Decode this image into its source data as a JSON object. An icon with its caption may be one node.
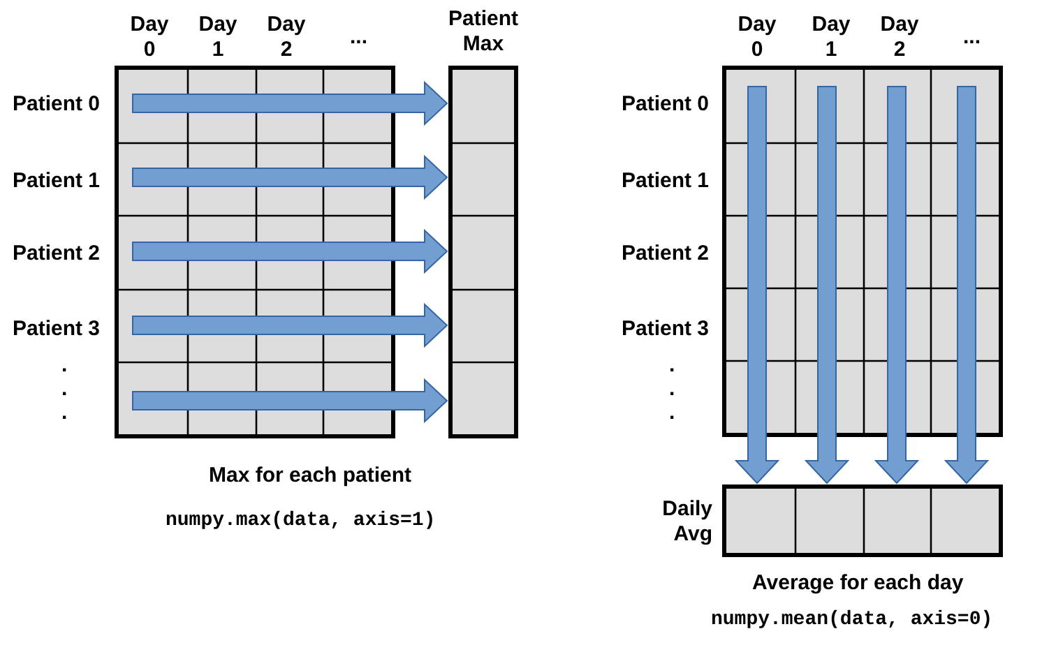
{
  "diagram": {
    "nodes": [
      {
        "text": [],
        "shape": "box"
      },
      {
        "text": [
          "Patient Max"
        ]
      },
      {
        "text": [],
        "shape": "box"
      },
      {
        "text": [
          "Daily Avg"
        ]
      }
    ],
    "edges": [
      {
        "from": 0,
        "to": 1,
        "arrow": "to",
        "style": "thick"
      },
      {
        "from": 0,
        "to": 1,
        "arrow": "to",
        "style": "thick"
      },
      {
        "from": 0,
        "to": 1,
        "arrow": "to",
        "style": "thick"
      },
      {
        "from": 0,
        "to": 1,
        "arrow": "to",
        "style": "thick"
      },
      {
        "from": 0,
        "to": 1,
        "arrow": "to",
        "style": "thick"
      },
      {
        "from": 2,
        "to": 3,
        "arrow": "to",
        "style": "thick"
      },
      {
        "from": 2,
        "to": 3,
        "arrow": "to",
        "style": "thick"
      },
      {
        "from": 2,
        "to": 3,
        "arrow": "to",
        "style": "thick"
      },
      {
        "from": 2,
        "to": 3,
        "arrow": "to",
        "style": "thick"
      }
    ],
    "labels": [
      "Day 0",
      "Day 1",
      "Day 2",
      "...",
      "Patient 0",
      "Patient 1",
      "Patient 2",
      "Patient 3",
      ".",
      ".",
      ".",
      "Max for each patient",
      "numpy.max(data, axis=1)",
      "Day 0",
      "Day 1",
      "Day 2",
      "...",
      "Patient 0",
      "Patient 1",
      "Patient 2",
      "Patient 3",
      ".",
      ".",
      ".",
      "Average for each day",
      "numpy.mean(data, axis=0)"
    ]
  }
}
